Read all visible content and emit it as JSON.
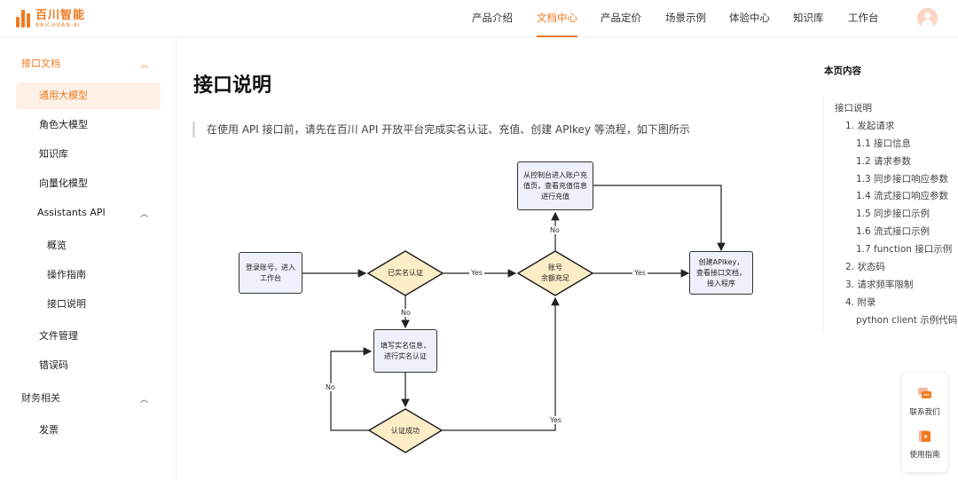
{
  "header": {
    "logo_cn": "百川智能",
    "logo_en": "BAICHUAN AI",
    "nav": [
      {
        "label": "产品介绍"
      },
      {
        "label": "文档中心"
      },
      {
        "label": "产品定价"
      },
      {
        "label": "场景示例"
      },
      {
        "label": "体验中心"
      },
      {
        "label": "知识库"
      },
      {
        "label": "工作台"
      }
    ],
    "active_nav": "文档中心"
  },
  "sidebar": {
    "groups": {
      "api_docs": "接口文档",
      "assistants": "Assistants API",
      "finance": "财务相关"
    },
    "items": {
      "general_model": "通用大模型",
      "role_model": "角色大模型",
      "knowledge": "知识库",
      "vector_model": "向量化模型",
      "overview": "概览",
      "guide": "操作指南",
      "api_desc": "接口说明",
      "file_mgmt": "文件管理",
      "error_code": "错误码",
      "invoice": "发票"
    },
    "active_item": "通用大模型"
  },
  "main": {
    "title": "接口说明",
    "intro": "在使用 API 接口前，请先在百川 API 开放平台完成实名认证、充值、创建 APIkey 等流程，如下图所示"
  },
  "flowchart": {
    "login": "登录账号，进入工作台",
    "verified_q": "已实名认证",
    "balance_q_1": "账号",
    "balance_q_2": "余额充足",
    "create_key": "创建APIkey，查看接口文档，接入程序",
    "recharge": "从控制台进入账户充值页，查看充值信息进行充值",
    "fill_info": "填写实名信息，进行实名认证",
    "verify_ok": "认证成功",
    "yes": "Yes",
    "no": "No"
  },
  "toc": {
    "title": "本页内容",
    "items": [
      "接口说明",
      "1. 发起请求",
      "1.1 接口信息",
      "1.2 请求参数",
      "1.3 同步接口响应参数",
      "1.4 流式接口响应参数",
      "1.5 同步接口示例",
      "1.6 流式接口示例",
      "1.7 function 接口示例",
      "2. 状态码",
      "3. 请求频率限制",
      "4. 附录",
      "python client 示例代码"
    ]
  },
  "float_panel": {
    "contact": "联系我们",
    "guide": "使用指南"
  },
  "colors": {
    "accent": "#f07a1e",
    "flow_rect": "#eef0fb",
    "flow_diamond": "#fdedc7"
  }
}
